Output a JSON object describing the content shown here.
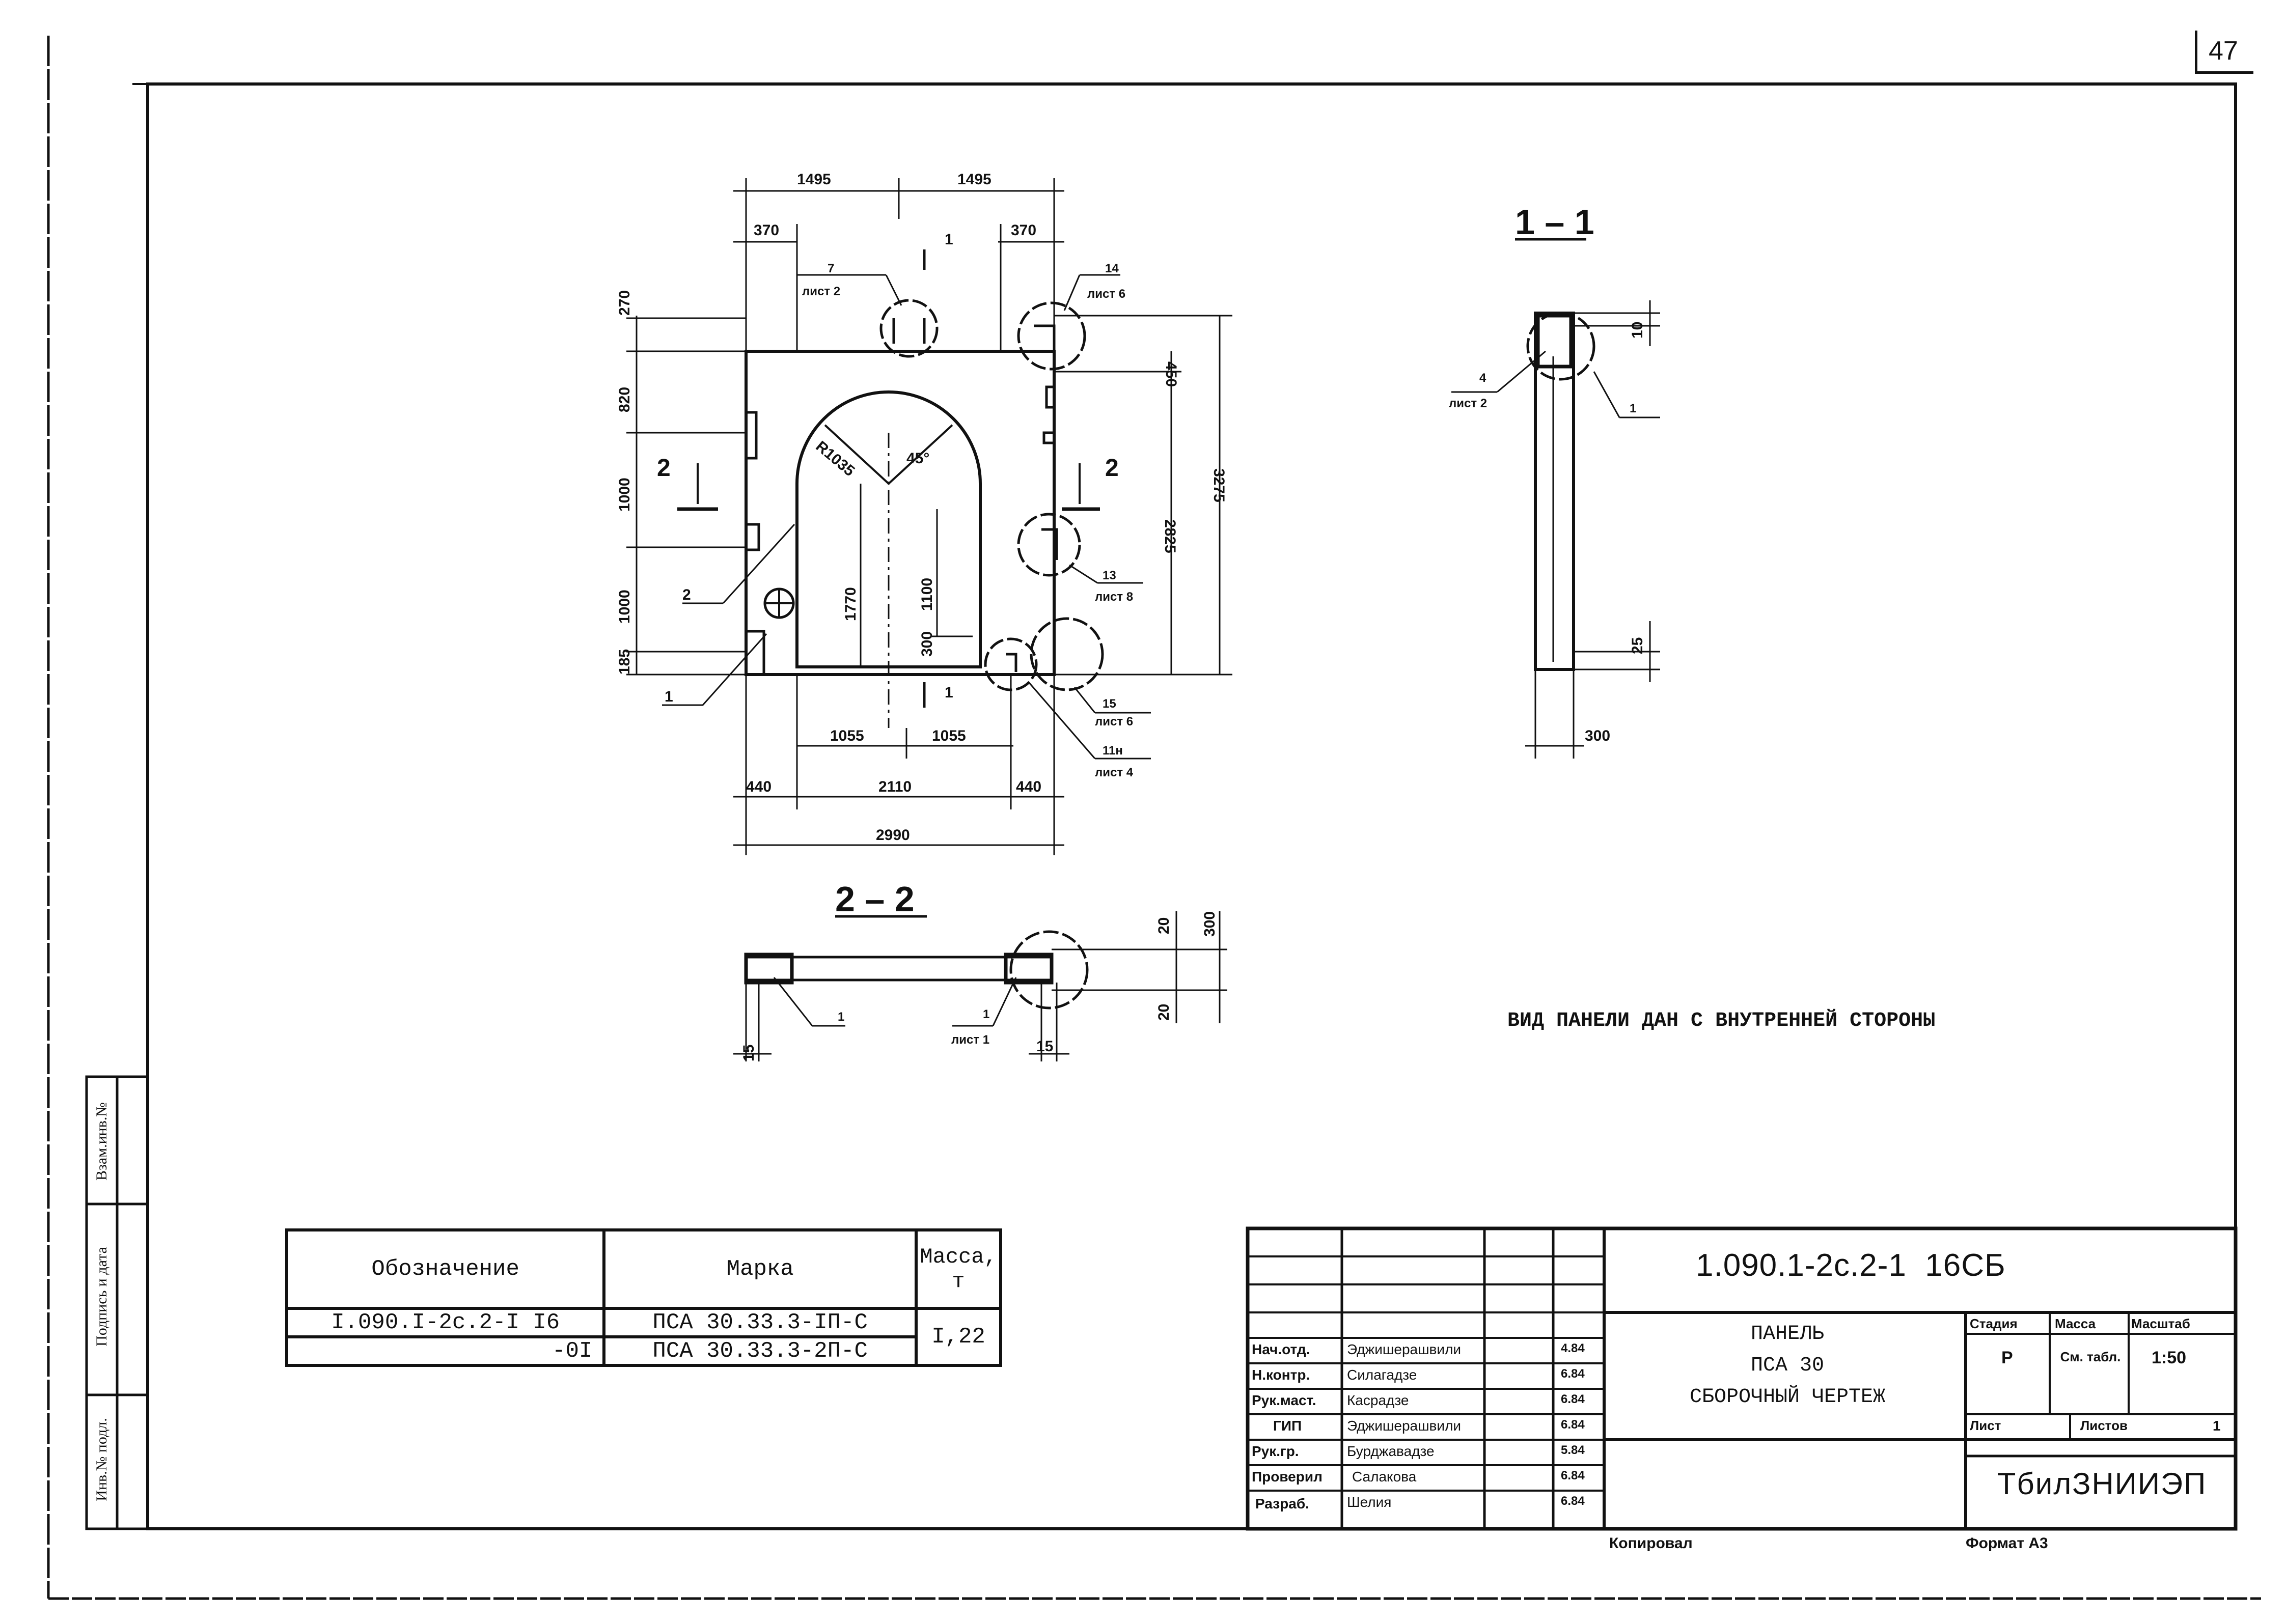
{
  "sheet_number": "47",
  "sections": {
    "s11": "1 – 1",
    "s22": "2 – 2"
  },
  "note": "ВИД ПАНЕЛИ ДАН С ВНУТРЕННЕЙ СТОРОНЫ",
  "dimensions": {
    "top_1495_left": "1495",
    "top_1495_right": "1495",
    "d370_left": "370",
    "d370_right": "370",
    "d270": "270",
    "d820": "820",
    "d1000_a": "1000",
    "d1000_b": "1000",
    "d185": "185",
    "d450": "450",
    "d2825": "2825",
    "d3275": "3275",
    "d1770": "1770",
    "d1100": "1100",
    "d300_inner": "300",
    "r1035": "R1035",
    "ang45": "45°",
    "d1055_left": "1055",
    "d1055_right": "1055",
    "d440_left": "440",
    "d2110": "2110",
    "d440_right": "440",
    "d2990": "2990",
    "s22_d20_top": "20",
    "s22_d300": "300",
    "s22_d20_bottom": "20",
    "s22_d15_left": "15",
    "s22_d15_right": "15",
    "s11_d10": "10",
    "s11_d25": "25",
    "s11_d300": "300"
  },
  "callouts": {
    "c7": "7",
    "c7_sheet": "лист 2",
    "c14": "14",
    "c14_sheet": "лист 6",
    "c13": "13",
    "c13_sheet": "лист 8",
    "c15": "15",
    "c15_sheet": "лист 6",
    "c11n": "11н",
    "c11n_sheet": "лист 4",
    "c2": "2",
    "c1": "1",
    "cut1_top": "1",
    "cut1_bottom": "1",
    "cut2_left": "2",
    "cut2_right": "2",
    "s22_c1": "1",
    "s22_c1b": "1",
    "s22_c1b_sheet": "лист 1",
    "s11_c4": "4",
    "s11_c4_sheet": "лист 2",
    "s11_c1": "1"
  },
  "spec_table": {
    "headers": {
      "designation": "Обозначение",
      "mark": "Марка",
      "mass": "Масса, т"
    },
    "rows": [
      {
        "designation": "I.090.I-2с.2-I I6",
        "mark": "ПСА 30.33.3-IП-С",
        "mass": "I,22"
      },
      {
        "designation": "-0I",
        "mark": "ПСА 30.33.3-2П-С",
        "mass": ""
      }
    ]
  },
  "title_block": {
    "code": "1.090.1-2с.2-1  16СБ",
    "title_lines": [
      "ПАНЕЛЬ",
      "ПСА 30",
      "СБОРОЧНЫЙ ЧЕРТЕЖ"
    ],
    "stage_label": "Стадия",
    "mass_label": "Масса",
    "scale_label": "Масштаб",
    "stage": "Р",
    "mass": "См. табл.",
    "scale": "1:50",
    "sheet_label": "Лист",
    "sheets_label": "Листов",
    "sheets": "1",
    "org": "ТбилЗНИИЭП",
    "staff": [
      {
        "role": "Нач.отд.",
        "name": "Эджишерашвили",
        "date": "4.84"
      },
      {
        "role": "Н.контр.",
        "name": "Силагадзе",
        "date": "6.84"
      },
      {
        "role": "Рук.маст.",
        "name": "Касрадзе",
        "date": "6.84"
      },
      {
        "role": "ГИП",
        "name": "Эджишерашвили",
        "date": "6.84"
      },
      {
        "role": "Рук.гр.",
        "name": "Бурджавадзе",
        "date": "5.84"
      },
      {
        "role": "Проверил",
        "name": "Салакова",
        "date": "6.84"
      },
      {
        "role": "Разраб.",
        "name": "Шелия",
        "date": "6.84"
      }
    ]
  },
  "footer": {
    "copied": "Копировал",
    "format": "Формат А3"
  },
  "margin_labels": {
    "inv_orig": "Инв.№ подл.",
    "sign_date": "Подпись и дата",
    "inv_vzam": "Взам.инв.№"
  }
}
